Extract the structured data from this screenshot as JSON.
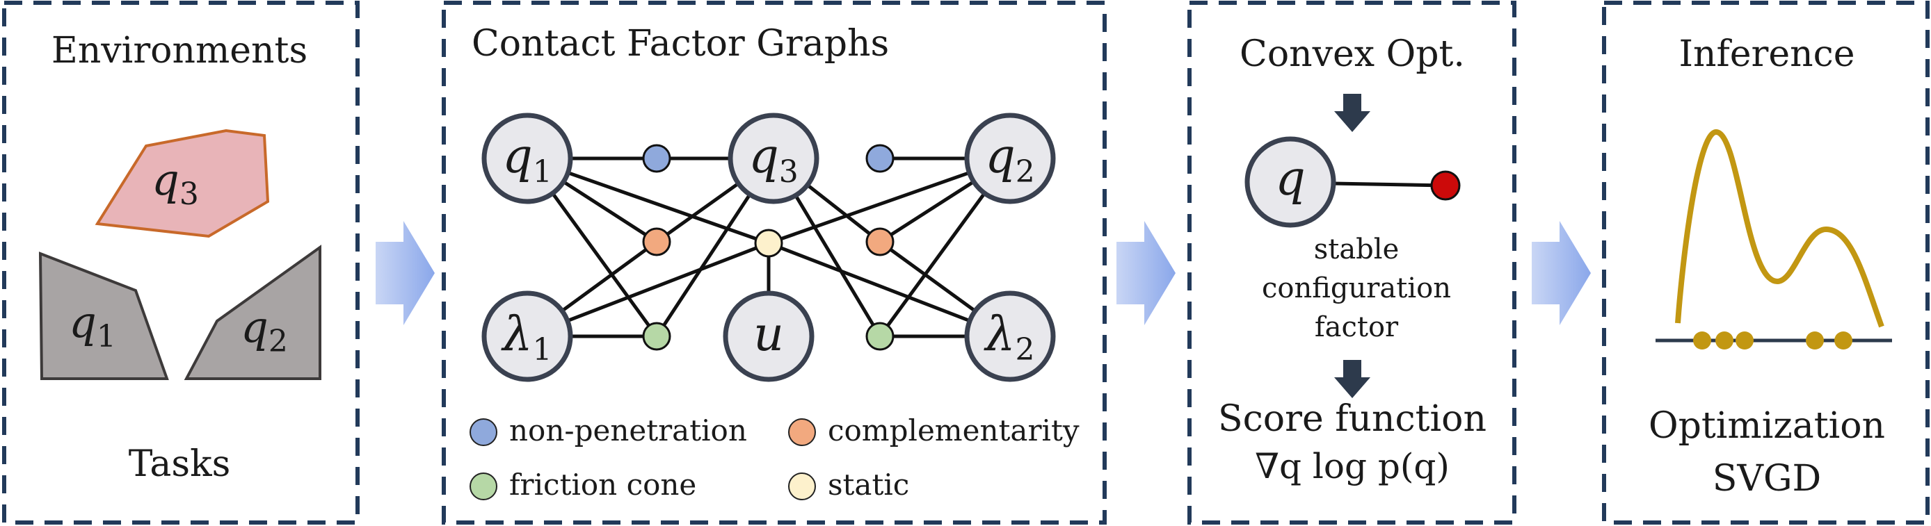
{
  "panels": {
    "environments": {
      "title": "Environments",
      "footer": "Tasks"
    },
    "factor_graphs": {
      "title": "Contact Factor Graphs"
    },
    "convex": {
      "title": "Convex Opt.",
      "factor_caption_1": "stable",
      "factor_caption_2": "configuration",
      "factor_caption_3": "factor",
      "score_title": "Score function",
      "score_formula": "∇q log p(q)"
    },
    "inference": {
      "title": "Inference",
      "caption_1": "Optimization",
      "caption_2": "SVGD"
    }
  },
  "shapes": {
    "q3": {
      "base": "q",
      "sub": "3"
    },
    "q1": {
      "base": "q",
      "sub": "1"
    },
    "q2": {
      "base": "q",
      "sub": "2"
    }
  },
  "nodes": {
    "q1": {
      "base": "q",
      "sub": "1"
    },
    "q3": {
      "base": "q",
      "sub": "3"
    },
    "q2": {
      "base": "q",
      "sub": "2"
    },
    "lambda1": {
      "base": "λ",
      "sub": "1"
    },
    "u": {
      "base": "u",
      "sub": ""
    },
    "lambda2": {
      "base": "λ",
      "sub": "2"
    },
    "q": {
      "base": "q",
      "sub": ""
    }
  },
  "legend": [
    {
      "label": "non-penetration",
      "color": "#8fa9dc"
    },
    {
      "label": "complementarity",
      "color": "#f2a97f"
    },
    {
      "label": "friction cone",
      "color": "#b6d8a6"
    },
    {
      "label": "static",
      "color": "#fdf1cc"
    }
  ],
  "colors": {
    "border": "#223a5a",
    "node_stroke": "#3a4150",
    "q3_fill": "#e8b4b8",
    "q3_stroke": "#c8692a",
    "gray_shape": "#a8a4a4",
    "stable_factor": "#cc0a0a",
    "curve": "#c29712",
    "arrow_down": "#2d3a4c",
    "flow_arrow": "#a9bff0"
  },
  "icons": [
    "flow-arrow-icon",
    "down-arrow-icon"
  ]
}
